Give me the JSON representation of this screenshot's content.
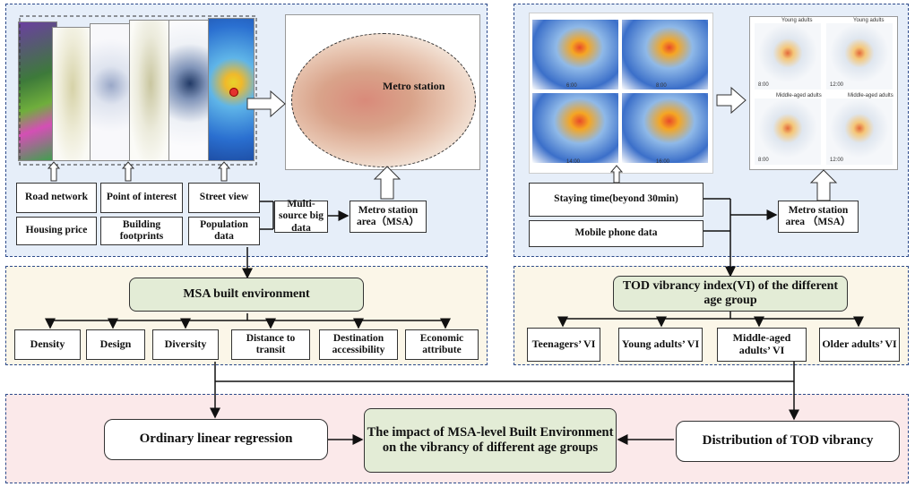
{
  "top_left": {
    "inputs": {
      "road_network": "Road network",
      "point_of_interest": "Point of interest",
      "street_view": "Street view",
      "housing_price": "Housing price",
      "building_footprints": "Building footprints",
      "population_data": "Population data"
    },
    "multi_source": "Multi-source big data",
    "msa": "Metro station area（MSA）",
    "metro_station_label": "Metro station"
  },
  "top_right": {
    "staying_time": "Staying time(beyond 30min)",
    "mobile_phone": "Mobile phone data",
    "msa": "Metro station area （MSA）",
    "heatmap_times": [
      "6:00",
      "8:00",
      "14:00",
      "16:00"
    ],
    "map_labels": [
      "Young adults",
      "Young adults",
      "Middle-aged adults",
      "Middle-aged adults"
    ],
    "map_times": [
      "8:00",
      "12:00",
      "8:00",
      "12:00"
    ]
  },
  "mid_left": {
    "title": "MSA built environment",
    "factors": [
      "Density",
      "Design",
      "Diversity",
      "Distance to transit",
      "Destination accessibility",
      "Economic attribute"
    ]
  },
  "mid_right": {
    "title": "TOD vibrancy index(VI) of the different age group",
    "groups": [
      "Teenagers’ VI",
      "Young adults’ VI",
      "Middle-aged adults’ VI",
      "Older adults’ VI"
    ]
  },
  "bottom": {
    "regression": "Ordinary linear regression",
    "impact": "The impact of MSA-level Built Environment on the vibrancy of different age groups",
    "distribution": "Distribution of TOD vibrancy"
  },
  "colors": {
    "panel_blue": "#e6eef9",
    "panel_beige": "#fbf6e8",
    "panel_pink": "#fbe9ea",
    "box_green": "#e3ecd6",
    "border_dash": "#2d4a8a"
  }
}
